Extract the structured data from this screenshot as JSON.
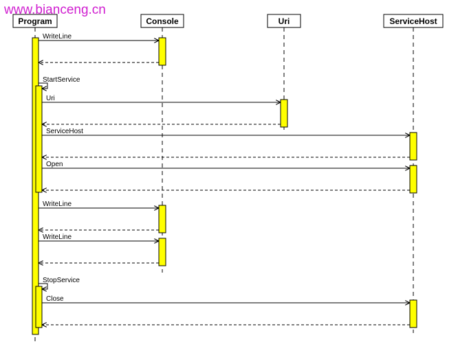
{
  "watermark": "www.bianceng.cn",
  "participants": [
    {
      "id": "program",
      "label": "Program"
    },
    {
      "id": "console",
      "label": "Console"
    },
    {
      "id": "uri",
      "label": "Uri"
    },
    {
      "id": "servicehost",
      "label": "ServiceHost"
    }
  ],
  "messages": [
    {
      "label": "WriteLine",
      "from": "program",
      "to": "console"
    },
    {
      "label": "StartService",
      "from": "program",
      "to": "program"
    },
    {
      "label": "Uri",
      "from": "program",
      "to": "uri"
    },
    {
      "label": "ServiceHost",
      "from": "program",
      "to": "servicehost"
    },
    {
      "label": "Open",
      "from": "program",
      "to": "servicehost"
    },
    {
      "label": "WriteLine",
      "from": "program",
      "to": "console"
    },
    {
      "label": "WriteLine",
      "from": "program",
      "to": "console"
    },
    {
      "label": "StopService",
      "from": "program",
      "to": "program"
    },
    {
      "label": "Close",
      "from": "program",
      "to": "servicehost"
    }
  ]
}
